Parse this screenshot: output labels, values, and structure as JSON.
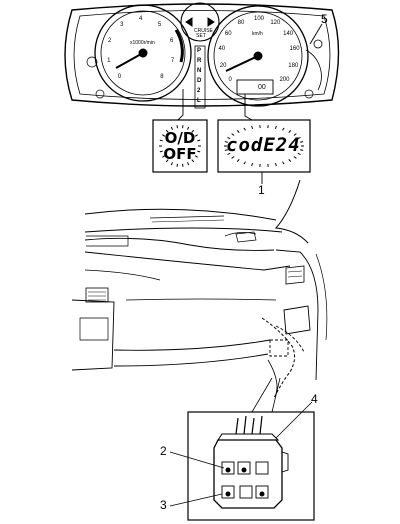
{
  "cluster": {
    "tacho_labels": [
      "0",
      "1",
      "2",
      "3",
      "4",
      "5",
      "6",
      "7",
      "8"
    ],
    "tacho_unit": "x1000r/min",
    "speedo_labels": [
      "0",
      "20",
      "40",
      "60",
      "80",
      "100",
      "120",
      "140",
      "160",
      "180",
      "200"
    ],
    "speedo_unit": "km/h",
    "gear_positions": [
      "P",
      "R",
      "N",
      "D",
      "2",
      "L"
    ],
    "cruise_label": "CRUISE SET",
    "odometer_text": "00"
  },
  "display": {
    "od_off_line1": "O/D",
    "od_off_line2": "OFF",
    "code_text": "codE24"
  },
  "callouts": {
    "c1": "1",
    "c2": "2",
    "c3": "3",
    "c4": "4",
    "c5": "5"
  }
}
